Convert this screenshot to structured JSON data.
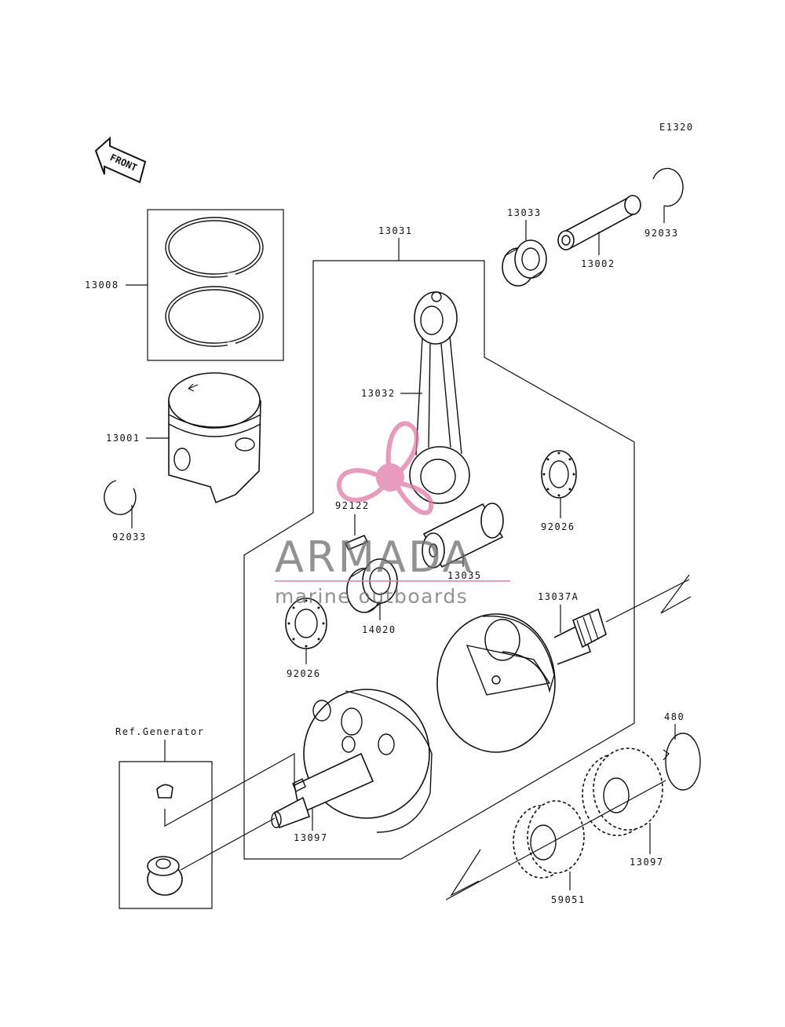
{
  "diagram": {
    "code": "E1320",
    "front_label": "FRONT",
    "ref_generator_label": "Ref.Generator",
    "parts": [
      {
        "id": "p13008",
        "number": "13008"
      },
      {
        "id": "p13001",
        "number": "13001"
      },
      {
        "id": "p92033a",
        "number": "92033"
      },
      {
        "id": "p13031",
        "number": "13031"
      },
      {
        "id": "p13033",
        "number": "13033"
      },
      {
        "id": "p13002",
        "number": "13002"
      },
      {
        "id": "p92033b",
        "number": "92033"
      },
      {
        "id": "p13032",
        "number": "13032"
      },
      {
        "id": "p92026a",
        "number": "92026"
      },
      {
        "id": "p92122",
        "number": "92122"
      },
      {
        "id": "p13035",
        "number": "13035"
      },
      {
        "id": "p14020",
        "number": "14020"
      },
      {
        "id": "p92026b",
        "number": "92026"
      },
      {
        "id": "p13037a",
        "number": "13037A"
      },
      {
        "id": "p480",
        "number": "480"
      },
      {
        "id": "p13097a",
        "number": "13097"
      },
      {
        "id": "p13097b",
        "number": "13097"
      },
      {
        "id": "p59051",
        "number": "59051"
      }
    ]
  },
  "watermark": {
    "brand": "ARMADA",
    "tagline": "marine outboards",
    "color": "#e07aa8"
  }
}
